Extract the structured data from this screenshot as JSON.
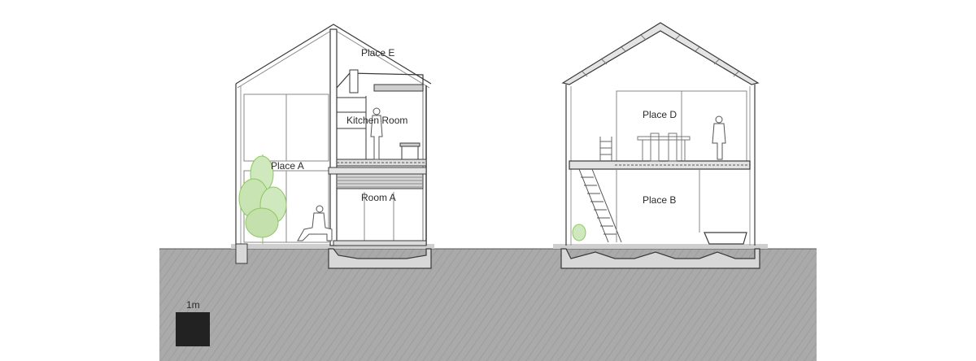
{
  "drawing": {
    "labels": {
      "place_a": "Place A",
      "place_b": "Place B",
      "place_d": "Place D",
      "place_e": "Place E",
      "kitchen_room": "Kitchen Room",
      "room_a": "Room A"
    },
    "scale_bar": {
      "label": "1m"
    },
    "colors": {
      "ground": "#a9a9a9",
      "ground_hatch": "#9c9c9c",
      "line": "#3a3a3a",
      "tree": "#7ec24f",
      "scale_square": "#222222"
    }
  }
}
